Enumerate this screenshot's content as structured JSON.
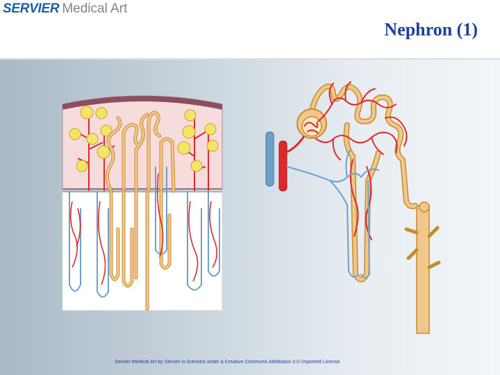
{
  "header": {
    "logo_bold": "SERVIER",
    "logo_light": "Medical Art",
    "title": "Nephron (1)"
  },
  "colors": {
    "title": "#1e3f9e",
    "logo": "#1d5fa8",
    "artery": "#e0282a",
    "vein": "#6fa0cc",
    "tubule": "#f1c88c",
    "tubule_outline": "#c98a2c",
    "glomerulus": "#f5e46a",
    "cortex": "#f6dcdc",
    "capsule": "#8a5060"
  },
  "footer": {
    "credit": "Servier Medical Art by Servier is licensed under a Creative Commons Attribution 3.0 Unported License"
  }
}
